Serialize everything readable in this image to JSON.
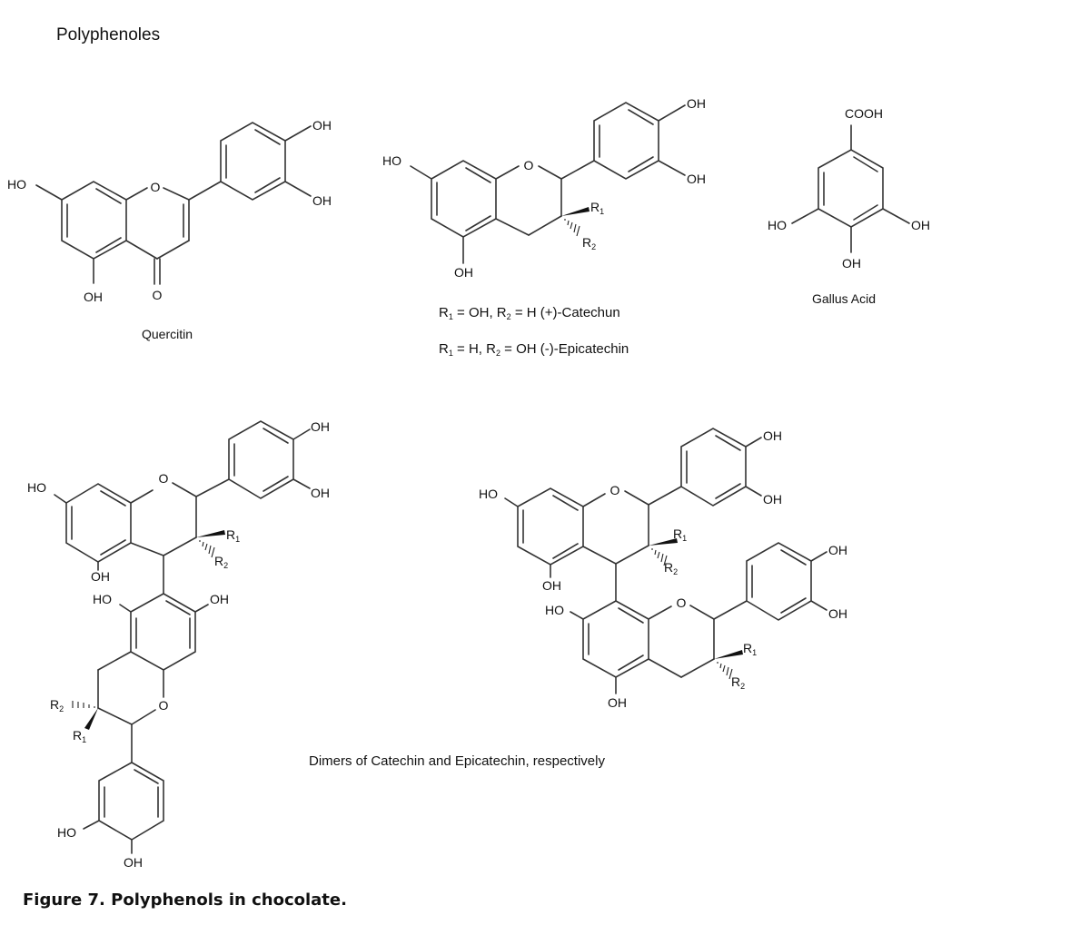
{
  "header": {
    "title": "Polyphenoles"
  },
  "molecules": {
    "quercitin": {
      "name": "Quercitin",
      "groups": {
        "oh_ring_top": "OH",
        "oh_ring_bottom": "OH",
        "ho_left": "HO",
        "oh_bottom": "OH",
        "carbonyl_o": "O",
        "ring_o": "O"
      }
    },
    "catechin": {
      "groups": {
        "oh_top": "OH",
        "oh_bottom": "OH",
        "ho_left": "HO",
        "oh_5": "OH",
        "ring_o": "O",
        "r1": "R",
        "r1_sub": "1",
        "r2": "R",
        "r2_sub": "2"
      },
      "variant_1": {
        "r1": "R",
        "r1_sub": "1",
        "r1_text": " = OH, ",
        "r2": "R",
        "r2_sub": "2",
        "r2_text": " = H (+)-Catechun"
      },
      "variant_2": {
        "r1": "R",
        "r1_sub": "1",
        "r1_text": " = H, ",
        "r2": "R",
        "r2_sub": "2",
        "r2_text": " = OH (-)-Epicatechin"
      }
    },
    "gallus_acid": {
      "name": "Gallus Acid",
      "groups": {
        "cooh": "COOH",
        "ho_left": "HO",
        "oh_right": "OH",
        "oh_bottom": "OH"
      }
    },
    "dimer_a": {
      "groups": {
        "upper_oh_top": "OH",
        "upper_oh_bottom": "OH",
        "upper_ho_left": "HO",
        "upper_oh_5": "OH",
        "upper_ring_o": "O",
        "upper_r1": "R",
        "upper_r1_sub": "1",
        "upper_r2": "R",
        "upper_r2_sub": "2",
        "mid_ho": "HO",
        "mid_oh": "OH",
        "lower_ring_o": "O",
        "lower_r2": "R",
        "lower_r2_sub": "2",
        "lower_r1": "R",
        "lower_r1_sub": "1",
        "bottom_ho": "HO",
        "bottom_oh": "OH"
      }
    },
    "dimer_b": {
      "groups": {
        "upper_oh_top": "OH",
        "upper_oh_bottom": "OH",
        "upper_ho_left": "HO",
        "upper_oh_5": "OH",
        "upper_ring_o": "O",
        "upper_r1": "R",
        "upper_r1_sub": "1",
        "upper_r2": "R",
        "upper_r2_sub": "2",
        "lower_ho_left": "HO",
        "lower_oh_bottom": "OH",
        "lower_ring_o": "O",
        "lower_r1": "R",
        "lower_r1_sub": "1",
        "lower_r2": "R",
        "lower_r2_sub": "2",
        "lower_oh_top": "OH",
        "lower_oh_bottom2": "OH"
      }
    }
  },
  "dimers_caption": "Dimers of Catechin and Epicatechin, respectively",
  "figure_caption": "Figure 7. Polyphenols in chocolate."
}
